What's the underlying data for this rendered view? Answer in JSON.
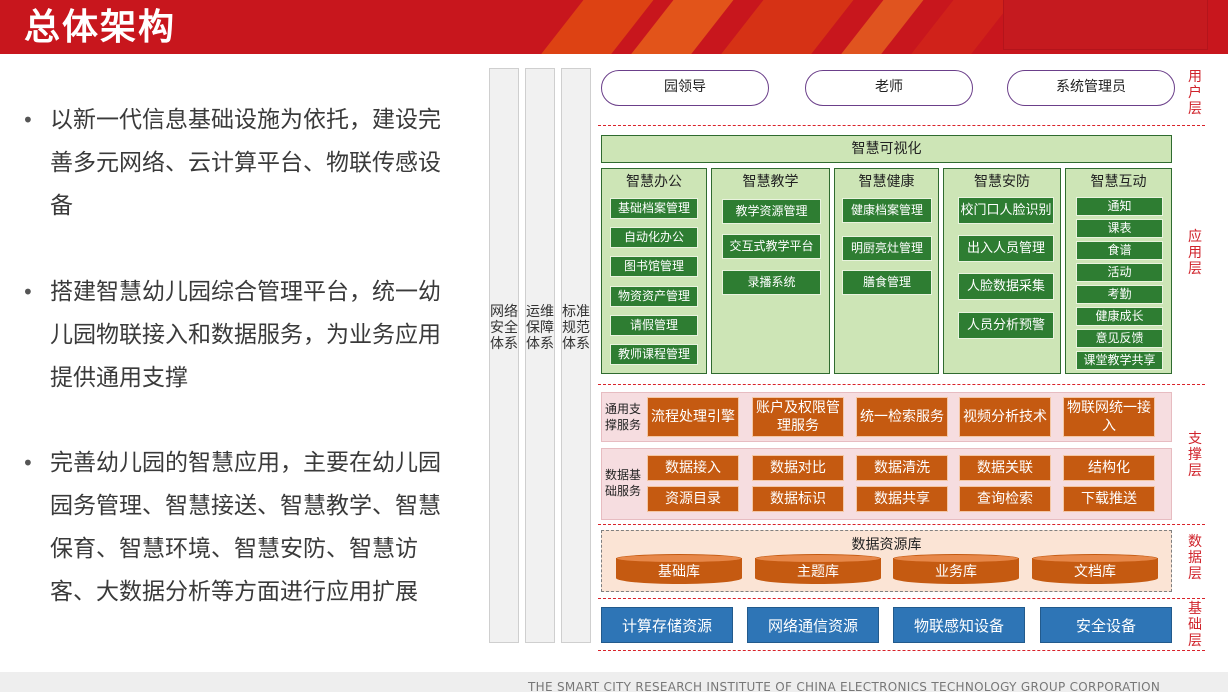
{
  "header": {
    "title": "总体架构"
  },
  "bullets": [
    "以新一代信息基础设施为依托，建设完善多元网络、云计算平台、物联传感设备",
    "搭建智慧幼儿园综合管理平台，统一幼儿园物联接入和数据服务，为业务应用提供通用支撑",
    "完善幼儿园的智慧应用，主要在幼儿园园务管理、智慧接送、智慧教学、智慧保育、智慧环境、智慧安防、智慧访客、大数据分析等方面进行应用扩展"
  ],
  "bullet_marker": "•",
  "pillars": [
    "网络安全体系",
    "运维保障体系",
    "标准规范体系"
  ],
  "users": [
    "园领导",
    "老师",
    "系统管理员"
  ],
  "layers": {
    "user": "用户层",
    "app": "应用层",
    "support": "支撑层",
    "data": "数据层",
    "infra": "基础层"
  },
  "app": {
    "banner": "智慧可视化",
    "columns": [
      {
        "title": "智慧办公",
        "items": [
          "基础档案管理",
          "自动化办公",
          "图书馆管理",
          "物资资产管理",
          "请假管理",
          "教师课程管理"
        ]
      },
      {
        "title": "智慧教学",
        "items": [
          "教学资源管理",
          "交互式教学平台",
          "录播系统"
        ]
      },
      {
        "title": "智慧健康",
        "items": [
          "健康档案管理",
          "明厨亮灶管理",
          "膳食管理"
        ]
      },
      {
        "title": "智慧安防",
        "items": [
          "校门口人脸识别",
          "出入人员管理",
          "人脸数据采集",
          "人员分析预警"
        ]
      },
      {
        "title": "智慧互动",
        "items": [
          "通知",
          "课表",
          "食谱",
          "活动",
          "考勤",
          "健康成长",
          "意见反馈",
          "课堂教学共享"
        ]
      }
    ]
  },
  "support": {
    "general": {
      "label": "通用支撑服务",
      "items": [
        "流程处理引擎",
        "账户及权限管理服务",
        "统一检索服务",
        "视频分析技术",
        "物联网统一接入"
      ]
    },
    "data": {
      "label": "数据基础服务",
      "row1": [
        "数据接入",
        "数据对比",
        "数据清洗",
        "数据关联",
        "结构化"
      ],
      "row2": [
        "资源目录",
        "数据标识",
        "数据共享",
        "查询检索",
        "下载推送"
      ]
    }
  },
  "data_layer": {
    "title": "数据资源库",
    "dbs": [
      "基础库",
      "主题库",
      "业务库",
      "文档库"
    ]
  },
  "infra": [
    "计算存储资源",
    "网络通信资源",
    "物联感知设备",
    "安全设备"
  ],
  "footer": "THE SMART CITY RESEARCH INSTITUTE  OF CHINA ELECTRONICS TECHNOLOGY GROUP CORPORATION",
  "colors": {
    "brand_red": "#c8161d",
    "app_green": "#2e7d32",
    "app_bg": "#cde5b6",
    "support_orange": "#c55a11",
    "infra_blue": "#2e75b6",
    "user_border": "#6b3f8a",
    "dash_red": "#d9222a"
  }
}
